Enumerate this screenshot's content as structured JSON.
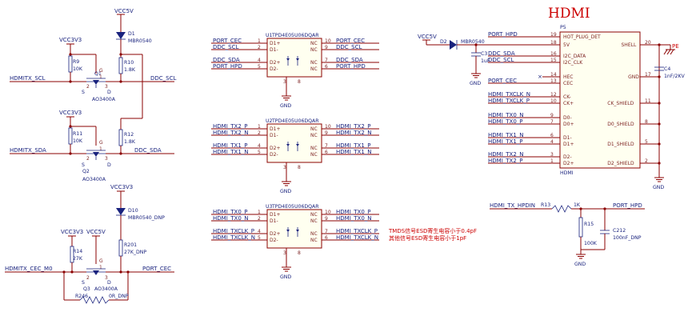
{
  "title": "HDMI",
  "power": {
    "vcc5v": "VCC5V",
    "vcc3v3": "VCC3V3"
  },
  "level_shift": {
    "d1": {
      "ref": "D1",
      "part": "MBR0540"
    },
    "r9": {
      "ref": "R9",
      "val": "10K"
    },
    "r10": {
      "ref": "R10",
      "val": "1.8K"
    },
    "q1": {
      "ref": "Q1",
      "part": "AO3400A"
    },
    "scl_in": "HDMITX_SCL",
    "scl_out": "DDC_SCL",
    "r11": {
      "ref": "R11",
      "val": "10K"
    },
    "r12": {
      "ref": "R12",
      "val": "1.8K"
    },
    "q2": {
      "ref": "Q2",
      "part": "AO3400A"
    },
    "sda_in": "HDMITX_SDA",
    "sda_out": "DDC_SDA",
    "d10": {
      "ref": "D10",
      "part": "MBR0540_DNP"
    },
    "r201": {
      "ref": "R201",
      "val": "27K_DNP"
    },
    "r14": {
      "ref": "R14",
      "val": "27K"
    },
    "q3": {
      "ref": "Q3",
      "part": "AO3400A"
    },
    "cec_in": "HDMITX_CEC_M0",
    "cec_out": "PORT_CEC",
    "r246": {
      "ref": "R246",
      "val": "0R_DNP"
    },
    "pin_g": "G",
    "pin_s": "S",
    "pin_d": "D",
    "pin_1": "1",
    "pin_2": "2",
    "pin_3": "3"
  },
  "esd": [
    {
      "ref": "U1",
      "part": "TPD4E05U06DQAR",
      "left_nets": [
        "PORT_CEC",
        "DDC_SCL",
        "DDC_SDA",
        "PORT_HPD"
      ],
      "right_nets": [
        "PORT_CEC",
        "DDC_SCL",
        "DDC_SDA",
        "PORT_HPD"
      ],
      "left_pins": [
        "1",
        "2",
        "4",
        "5"
      ],
      "right_pins": [
        "10",
        "9",
        "7",
        "6"
      ],
      "left_names": [
        "D1+",
        "D1-",
        "D2+",
        "D2-"
      ],
      "right_names": [
        "NC",
        "NC",
        "NC",
        "NC"
      ],
      "gnd_pins": [
        "3",
        "8"
      ]
    },
    {
      "ref": "U2",
      "part": "TPD4E05U06DQAR",
      "left_nets": [
        "HDMI_TX2_P",
        "HDMI_TX2_N",
        "HDMI_TX1_P",
        "HDMI_TX1_N"
      ],
      "right_nets": [
        "HDMI_TX2_P",
        "HDMI_TX2_N",
        "HDMI_TX1_P",
        "HDMI_TX1_N"
      ],
      "left_pins": [
        "1",
        "2",
        "4",
        "5"
      ],
      "right_pins": [
        "10",
        "9",
        "7",
        "6"
      ],
      "left_names": [
        "D1+",
        "D1-",
        "D2+",
        "D2-"
      ],
      "right_names": [
        "NC",
        "NC",
        "NC",
        "NC"
      ],
      "gnd_pins": [
        "3",
        "8"
      ]
    },
    {
      "ref": "U3",
      "part": "TPD4E05U06DQAR",
      "left_nets": [
        "HDMI_TX0_P",
        "HDMI_TX0_N",
        "HDMI_TXCLK_P",
        "HDMI_TXCLK_N"
      ],
      "right_nets": [
        "HDMI_TX0_P",
        "HDMI_TX0_N",
        "HDMI_TXCLK_P",
        "HDMI_TXCLK_N"
      ],
      "left_pins": [
        "1",
        "2",
        "4",
        "5"
      ],
      "right_pins": [
        "10",
        "9",
        "7",
        "6"
      ],
      "left_names": [
        "D1+",
        "D1-",
        "D2+",
        "D2-"
      ],
      "right_names": [
        "NC",
        "NC",
        "NC",
        "NC"
      ],
      "gnd_pins": [
        "3",
        "8"
      ]
    }
  ],
  "notes": [
    "TMDS信号ESD寄生电容小于0.4pF",
    "其他信号ESD寄生电容小于1pF"
  ],
  "connector": {
    "ref": "P5",
    "name": "HDMI",
    "d2": {
      "ref": "D2",
      "part": "MBR0540"
    },
    "c3": {
      "ref": "C3",
      "val": "1uF"
    },
    "c4": {
      "ref": "C4",
      "val": "1nF/2KV"
    },
    "pe": "PE",
    "gnd": "GND",
    "left_nets": [
      "PORT_HPD",
      "DDC_SDA",
      "DDC_SCL",
      "PORT_CEC",
      "HDMI_TXCLK_N",
      "HDMI_TXCLK_P",
      "HDMI_TX0_N",
      "HDMI_TX0_P",
      "HDMI_TX1_N",
      "HDMI_TX1_P",
      "HDMI_TX2_N",
      "HDMI_TX2_P"
    ],
    "left_pins": [
      "19",
      "18",
      "16",
      "15",
      "14",
      "13",
      "12",
      "10",
      "9",
      "7",
      "6",
      "4",
      "3",
      "1"
    ],
    "pin_names": [
      "HOT_PLUG_DET",
      "5V",
      "I2C_DATA",
      "I2C_CLK",
      "HEC",
      "CEC",
      "CK-",
      "CK+",
      "D0-",
      "D0+",
      "D1-",
      "D1+",
      "D2-",
      "D2+"
    ],
    "right_names": [
      "SHELL",
      "GND",
      "CK_SHIELD",
      "D0_SHIELD",
      "D1_SHIELD",
      "D2_SHIELD"
    ],
    "right_pins": [
      "20",
      "17",
      "11",
      "8",
      "5",
      "2"
    ]
  },
  "hpd": {
    "in": "HDMI_TX_HPDIN",
    "r13": {
      "ref": "R13",
      "val": "1K"
    },
    "r15": {
      "ref": "R15",
      "val": "100K"
    },
    "c212": {
      "ref": "C212",
      "val": "100nF_DNP"
    },
    "out": "PORT_HPD"
  }
}
